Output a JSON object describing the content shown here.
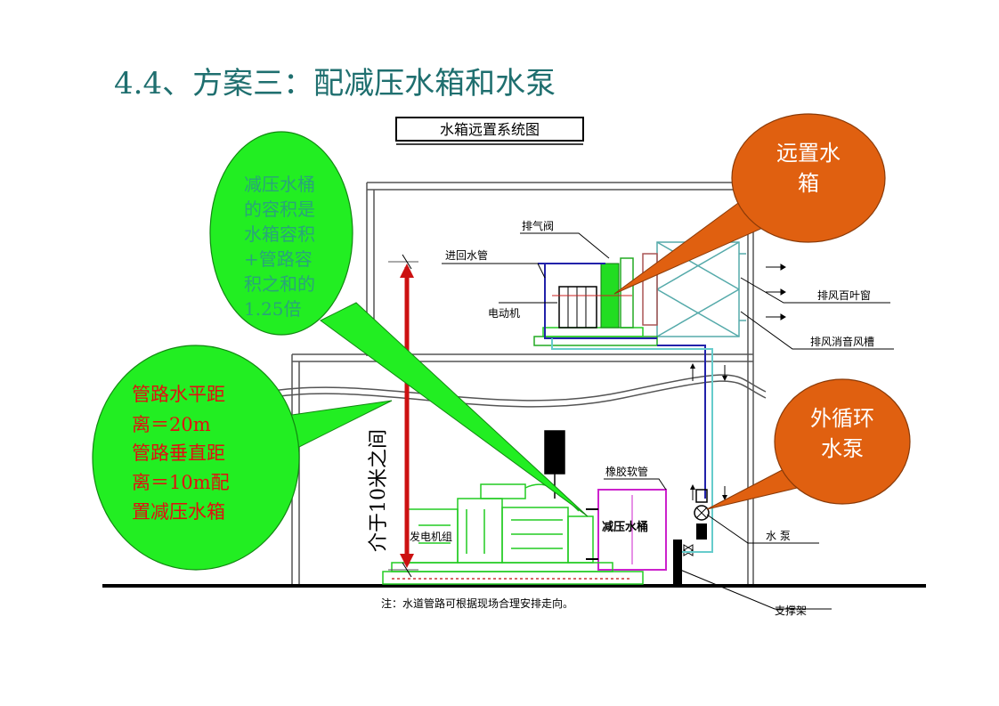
{
  "title": "4.4、方案三：配减压水箱和水泵",
  "diagram": {
    "heading": "水箱远置系统图",
    "labels": {
      "exhaust_valve": "排气阀",
      "inlet_pipe": "进回水管",
      "motor": "电动机",
      "louver": "排风百叶窗",
      "duct": "排风消音风槽",
      "rubber_hose": "橡胶软管",
      "decompression_tank": "减压水桶",
      "genset": "发电机组",
      "pump": "水 泵",
      "support": "支撑架",
      "height_text": "介于10米之间"
    },
    "note": "注：水道管路可根据现场合理安排走向。"
  },
  "callouts": {
    "volume": [
      "减压水桶",
      "的容积是",
      "水箱容积",
      "+管路容",
      "积之和的",
      "1.25倍"
    ],
    "distance": [
      "管路水平距",
      "离＝20m",
      "管路垂直距",
      "离＝10m配",
      "置减压水箱"
    ],
    "remote_tank": [
      "远置水",
      "箱"
    ],
    "pump": [
      "外循环",
      "水泵"
    ]
  },
  "colors": {
    "title": "#1f6f6f",
    "green_bubble": "#22ee22",
    "orange_bubble": "#e06010",
    "green_text": "#2aa37a",
    "red_text": "#e01010",
    "equipment": "#22cc22",
    "pipe_blue": "#2222aa",
    "pipe_cyan": "#66cccc",
    "tank_magenta": "#cc22cc",
    "arrow_red": "#cc1111"
  }
}
